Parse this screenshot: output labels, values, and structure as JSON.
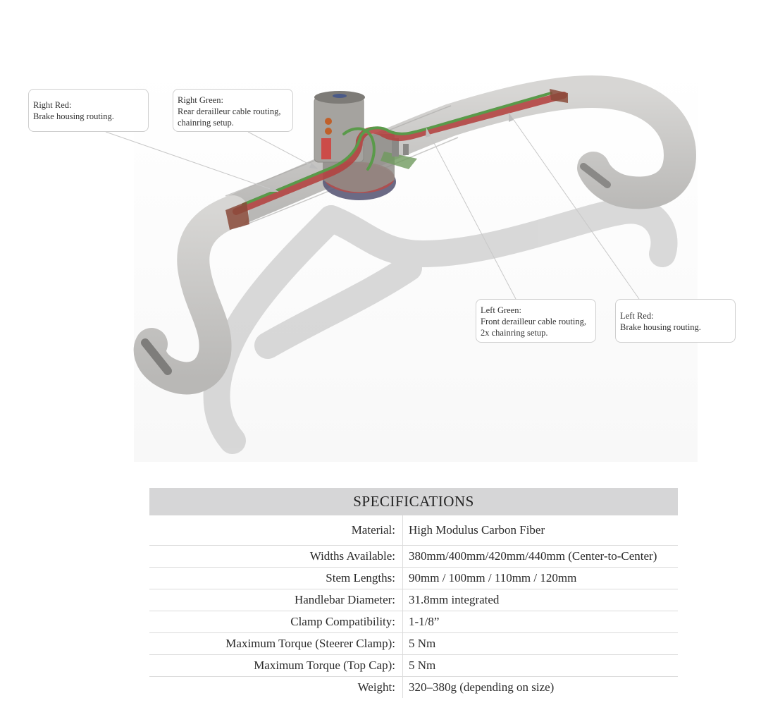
{
  "callouts": {
    "right_red": {
      "title": "Right Red:",
      "text": "Brake housing routing."
    },
    "right_green": {
      "title": "Right Green:",
      "line1": "Rear derailleur cable routing,",
      "line2": "chainring setup."
    },
    "left_green": {
      "title": "Left Green:",
      "line1": "Front derailleur cable routing,",
      "line2": "2x chainring setup."
    },
    "left_red": {
      "title": "Left Red:",
      "text": "Brake housing routing."
    }
  },
  "colors": {
    "bar": "#c9c8c6",
    "routing_red": "#b3413f",
    "routing_green": "#5a9a4a",
    "header_bg": "#d6d6d7"
  },
  "specs": {
    "title": "SPECIFICATIONS",
    "rows": [
      {
        "label": "Material:",
        "value": "High Modulus Carbon Fiber"
      },
      {
        "label": "Widths Available:",
        "value": " 380mm/400mm/420mm/440mm (Center-to-Center)"
      },
      {
        "label": "Stem Lengths:",
        "value": "90mm / 100mm / 110mm / 120mm"
      },
      {
        "label": "Handlebar Diameter:",
        "value": "31.8mm integrated"
      },
      {
        "label": "Clamp Compatibility:",
        "value": "1-1/8”"
      },
      {
        "label": "Maximum Torque (Steerer Clamp):",
        "value": "5 Nm"
      },
      {
        "label": "Maximum Torque (Top Cap):",
        "value": "5 Nm"
      },
      {
        "label": "Weight:",
        "value": "320–380g (depending on size)"
      }
    ]
  }
}
